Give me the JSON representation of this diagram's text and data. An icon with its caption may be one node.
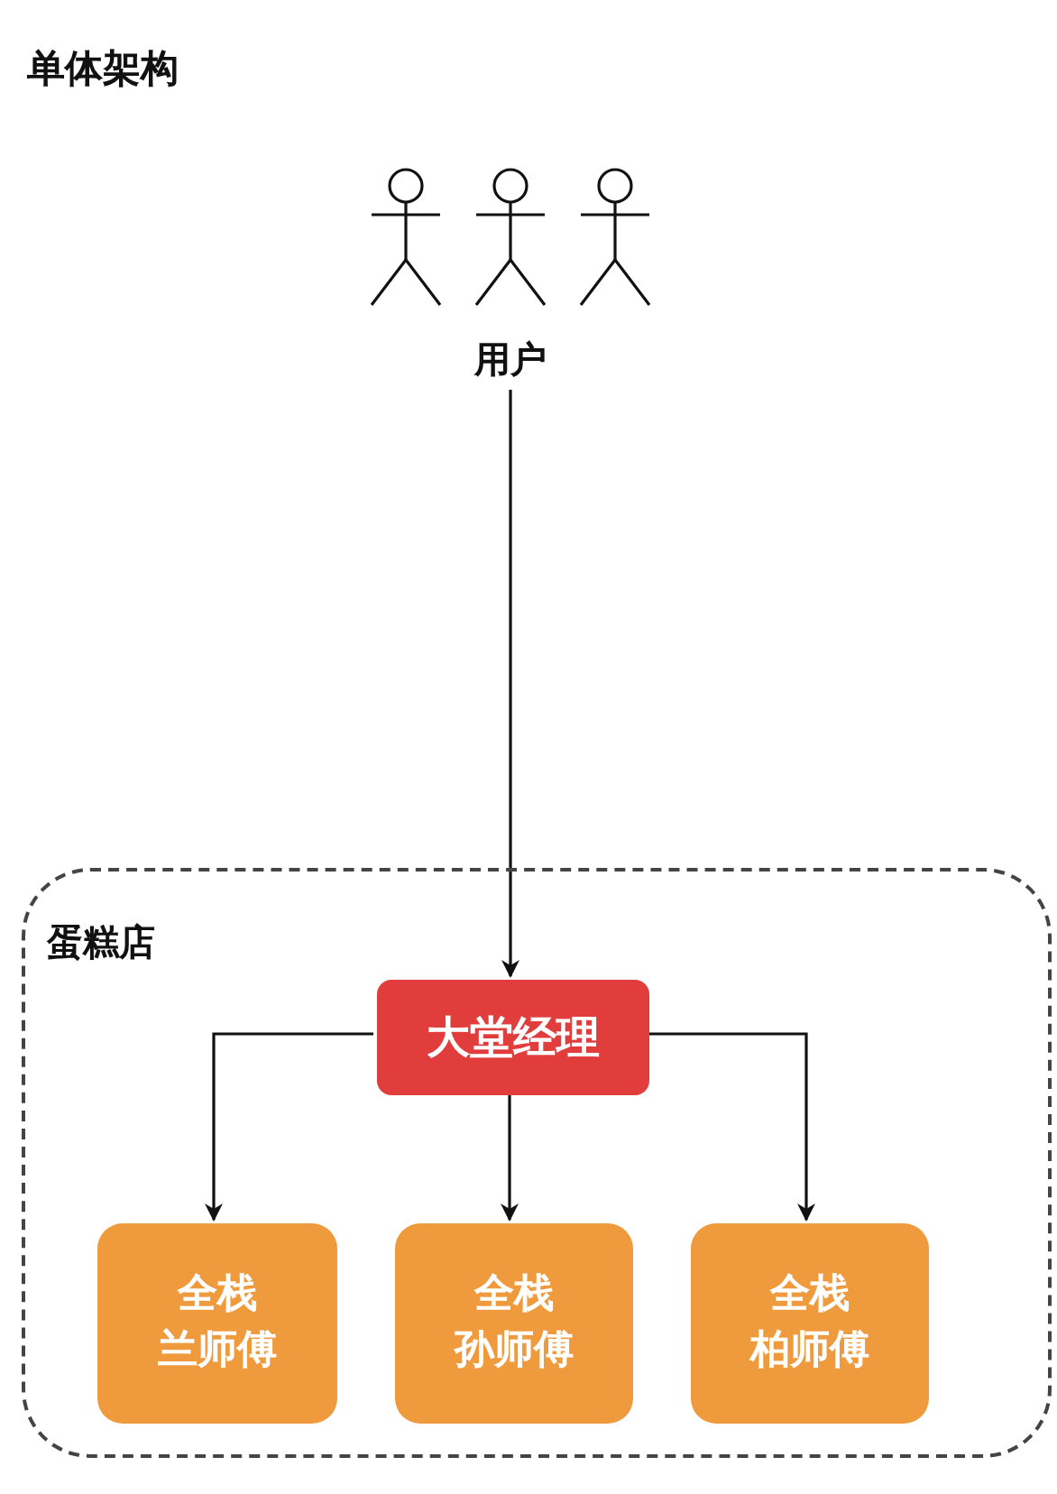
{
  "diagram": {
    "title": "单体架构",
    "nodes": [
      {
        "text": [
          "用户"
        ]
      },
      {
        "text": [
          "蛋糕店"
        ]
      },
      {
        "text": [
          "大堂经理"
        ],
        "in": 1
      },
      {
        "text": [
          "全栈",
          "兰师傅"
        ],
        "in": 1
      },
      {
        "text": [
          "全栈",
          "孙师傅"
        ],
        "in": 1
      },
      {
        "text": [
          "全栈",
          "柏师傅"
        ],
        "in": 1
      }
    ],
    "edges": [
      {
        "from": 0,
        "to": 2,
        "arrow": "to"
      },
      {
        "from": 2,
        "to": 3,
        "arrow": "to"
      },
      {
        "from": 2,
        "to": 4,
        "arrow": "to"
      },
      {
        "from": 2,
        "to": 5,
        "arrow": "to"
      }
    ]
  }
}
